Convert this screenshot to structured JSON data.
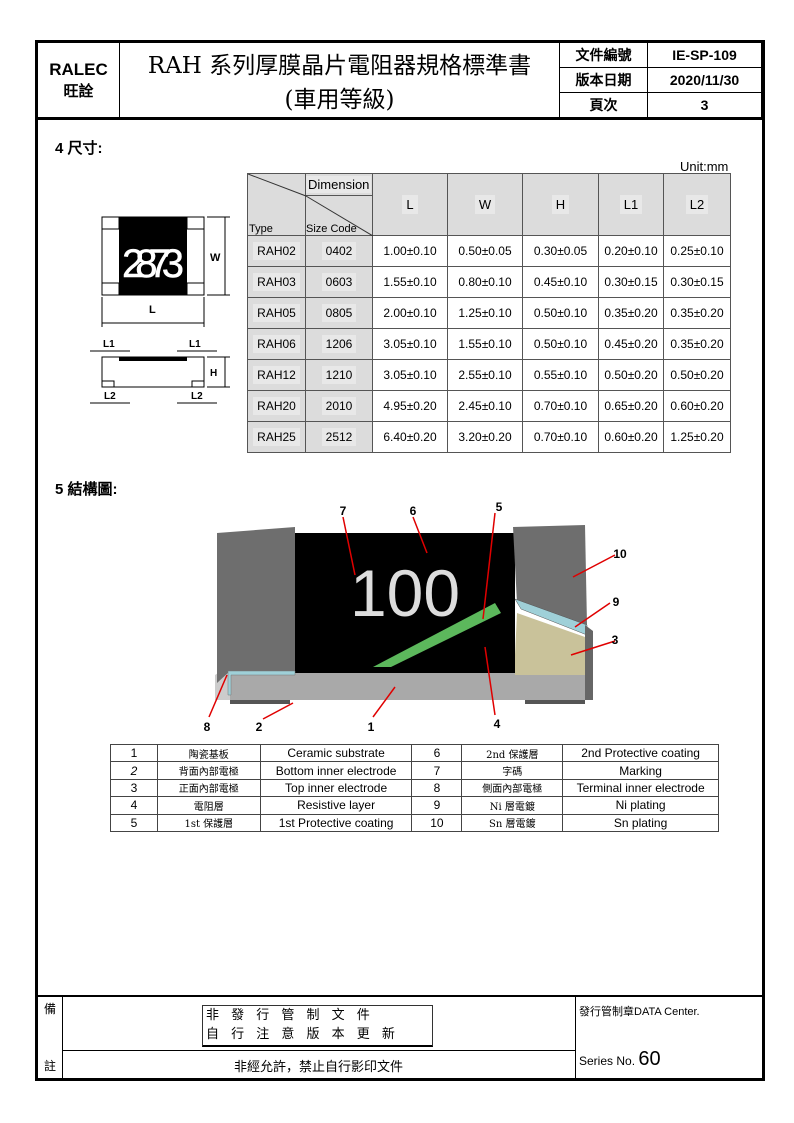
{
  "header": {
    "company": "RALEC",
    "company_cn": "旺詮",
    "title": "RAH 系列厚膜晶片電阻器規格標準書",
    "subtitle": "(車用等級)",
    "fields": [
      {
        "label": "文件編號",
        "value": "IE-SP-109"
      },
      {
        "label": "版本日期",
        "value": "2020/11/30"
      },
      {
        "label": "頁次",
        "value": "3"
      }
    ]
  },
  "section4": {
    "title": "4 尺寸:",
    "unit": "Unit:mm",
    "drawing": {
      "marking": "2873",
      "dims": [
        "W",
        "L",
        "L1",
        "L1",
        "H",
        "L2",
        "L2"
      ]
    },
    "table": {
      "dimension_label": "Dimension",
      "type_label": "Type",
      "size_label": "Size Code",
      "columns": [
        "L",
        "W",
        "H",
        "L1",
        "L2"
      ],
      "rows": [
        [
          "RAH02",
          "0402",
          "1.00±0.10",
          "0.50±0.05",
          "0.30±0.05",
          "0.20±0.10",
          "0.25±0.10"
        ],
        [
          "RAH03",
          "0603",
          "1.55±0.10",
          "0.80±0.10",
          "0.45±0.10",
          "0.30±0.15",
          "0.30±0.15"
        ],
        [
          "RAH05",
          "0805",
          "2.00±0.10",
          "1.25±0.10",
          "0.50±0.10",
          "0.35±0.20",
          "0.35±0.20"
        ],
        [
          "RAH06",
          "1206",
          "3.05±0.10",
          "1.55±0.10",
          "0.50±0.10",
          "0.45±0.20",
          "0.35±0.20"
        ],
        [
          "RAH12",
          "1210",
          "3.05±0.10",
          "2.55±0.10",
          "0.55±0.10",
          "0.50±0.20",
          "0.50±0.20"
        ],
        [
          "RAH20",
          "2010",
          "4.95±0.20",
          "2.45±0.10",
          "0.70±0.10",
          "0.65±0.20",
          "0.60±0.20"
        ],
        [
          "RAH25",
          "2512",
          "6.40±0.20",
          "3.20±0.20",
          "0.70±0.10",
          "0.60±0.20",
          "1.25±0.20"
        ]
      ]
    }
  },
  "section5": {
    "title": "5 結構圖:",
    "marking": "100",
    "callouts": [
      "1",
      "2",
      "3",
      "4",
      "5",
      "6",
      "7",
      "8",
      "9",
      "10"
    ],
    "legend": [
      [
        "1",
        "陶瓷基板",
        "Ceramic substrate",
        "6",
        "2nd 保護層",
        "2nd Protective coating"
      ],
      [
        "2",
        "背面內部電極",
        "Bottom inner electrode",
        "7",
        "字碼",
        "Marking"
      ],
      [
        "3",
        "正面內部電極",
        "Top inner electrode",
        "8",
        "側面內部電極",
        "Terminal inner electrode"
      ],
      [
        "4",
        "電阻層",
        "Resistive layer",
        "9",
        "Ni 層電鍍",
        "Ni plating"
      ],
      [
        "5",
        "1st 保護層",
        "1st Protective coating",
        "10",
        "Sn 層電鍍",
        "Sn plating"
      ]
    ]
  },
  "footer": {
    "remark_top": "備",
    "remark_bottom": "註",
    "stamp_line1": "非 發 行 管 制 文 件",
    "stamp_line2": "自 行 注 意 版 本 更 新",
    "notice": "非經允許，禁止自行影印文件",
    "control_stamp": "發行管制章DATA Center.",
    "series_label": "Series No.",
    "series_no": "60"
  },
  "colors": {
    "marking_bg": "#000000",
    "first_coat": "#5cb85c",
    "ni": "#9fd0d8",
    "top_electrode": "#c9c29a",
    "sn": "#6e6e6e",
    "arrow": "#e00000"
  }
}
